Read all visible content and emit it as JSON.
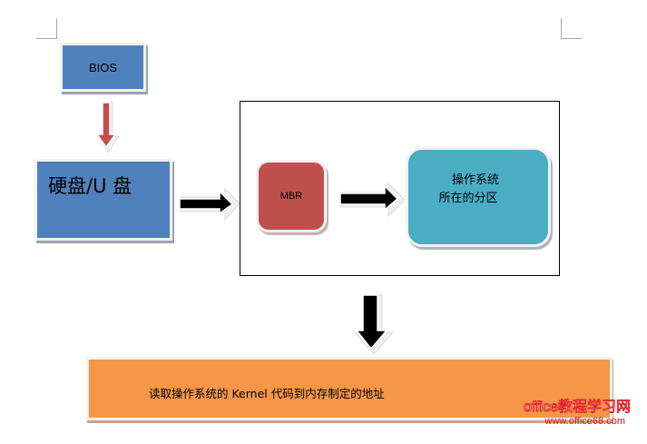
{
  "diagram": {
    "nodes": {
      "bios": {
        "label": "BIOS",
        "color": "#4f81bd"
      },
      "disk": {
        "label": "硬盘/U 盘",
        "color": "#4f81bd"
      },
      "mbr": {
        "label": "MBR",
        "color": "#c0504d"
      },
      "os_partition": {
        "line1": "操作系统",
        "line2": "所在的分区",
        "color": "#4bacc6"
      },
      "load_kernel": {
        "label": "读取操作系统的 Kernel 代码到内存制定的地址",
        "color": "#f79646"
      }
    },
    "edges": [
      {
        "from": "bios",
        "to": "disk",
        "color": "#c0504d"
      },
      {
        "from": "disk",
        "to": "mbr",
        "color": "#000000"
      },
      {
        "from": "mbr",
        "to": "os_partition",
        "color": "#000000"
      },
      {
        "from": "os_partition",
        "to": "load_kernel",
        "color": "#000000"
      }
    ]
  },
  "watermark": {
    "title": "office教程学习网",
    "url": "www.office68.com"
  }
}
